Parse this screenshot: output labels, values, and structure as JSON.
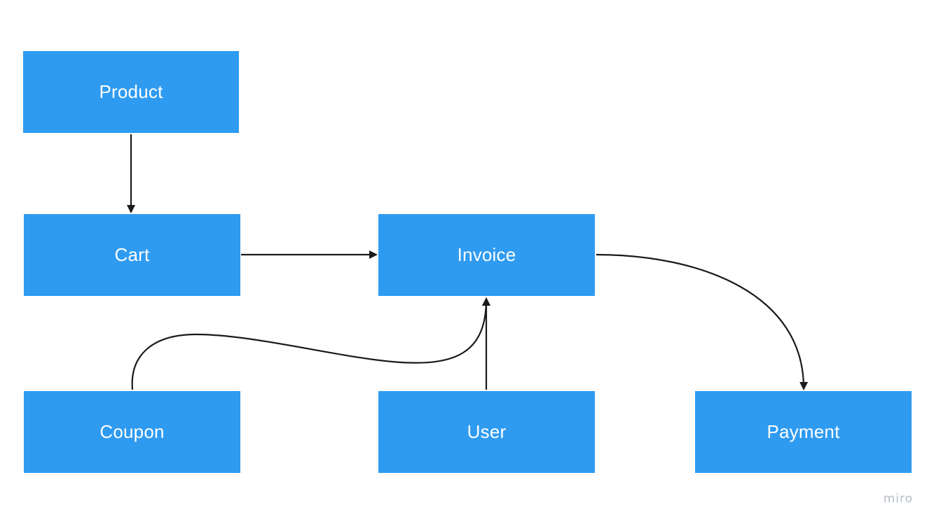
{
  "colors": {
    "node_fill": "#2f9bf0",
    "node_text": "#ffffff",
    "edge": "#1a1a1a",
    "watermark": "#b6bcc6"
  },
  "nodes": {
    "product": {
      "label": "Product"
    },
    "cart": {
      "label": "Cart"
    },
    "invoice": {
      "label": "Invoice"
    },
    "coupon": {
      "label": "Coupon"
    },
    "user": {
      "label": "User"
    },
    "payment": {
      "label": "Payment"
    }
  },
  "edges": [
    {
      "from": "product",
      "to": "cart"
    },
    {
      "from": "cart",
      "to": "invoice"
    },
    {
      "from": "coupon",
      "to": "invoice"
    },
    {
      "from": "user",
      "to": "invoice"
    },
    {
      "from": "invoice",
      "to": "payment"
    }
  ],
  "watermark": {
    "text": "miro"
  }
}
